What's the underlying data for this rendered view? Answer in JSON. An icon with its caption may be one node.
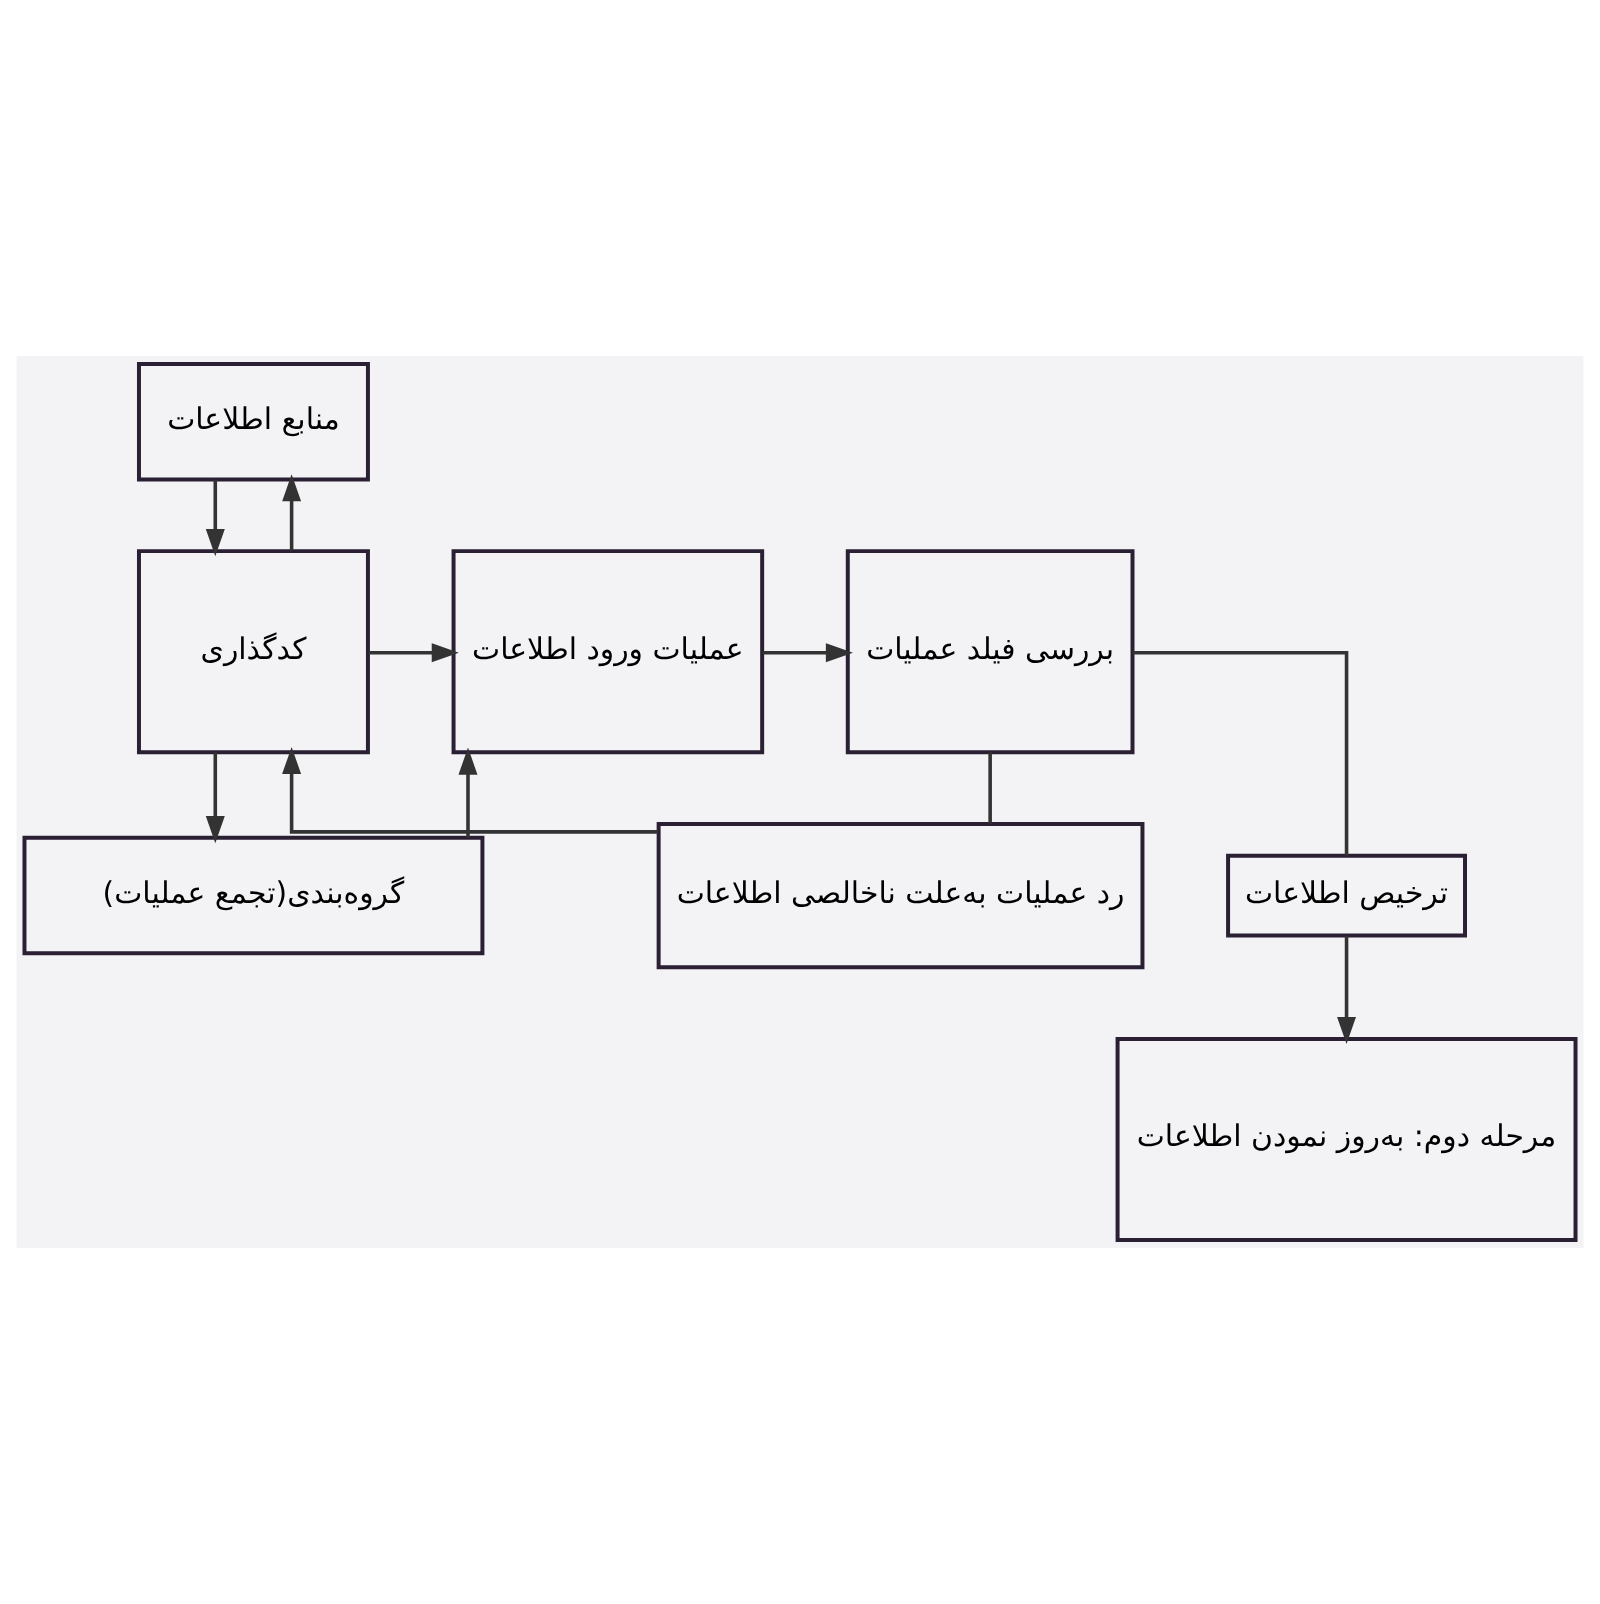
{
  "diagram": {
    "nodes": [
      {
        "text": [
          "منابع اطلاعات"
        ]
      },
      {
        "text": [
          "کدگذاری"
        ]
      },
      {
        "text": [
          "عملیات ورود اطلاعات"
        ]
      },
      {
        "text": [
          "بررسی فیلد عملیات"
        ]
      },
      {
        "text": [
          "ترخیص اطلاعات"
        ]
      },
      {
        "text": [
          "مرحله دوم: به‌روز نمودن اطلاعات"
        ]
      },
      {
        "text": [
          "گروه‌بندی(تجمع عملیات)"
        ]
      },
      {
        "text": [
          "رد عملیات به‌علت ناخالصی اطلاعات"
        ]
      }
    ],
    "edges": [
      {
        "from": 1,
        "to": 0,
        "arrow": "to"
      },
      {
        "from": 0,
        "to": 1,
        "arrow": "to"
      },
      {
        "from": 1,
        "to": 2,
        "arrow": "to"
      },
      {
        "from": 2,
        "to": 3,
        "arrow": "to"
      },
      {
        "from": 3,
        "to": 4,
        "arrow": "none"
      },
      {
        "from": 4,
        "to": 5,
        "arrow": "to"
      },
      {
        "from": 1,
        "to": 6,
        "arrow": "to"
      },
      {
        "from": 6,
        "to": 2,
        "arrow": "to"
      },
      {
        "from": 7,
        "to": 1,
        "arrow": "to"
      },
      {
        "from": 3,
        "to": 7,
        "arrow": "none"
      }
    ]
  }
}
